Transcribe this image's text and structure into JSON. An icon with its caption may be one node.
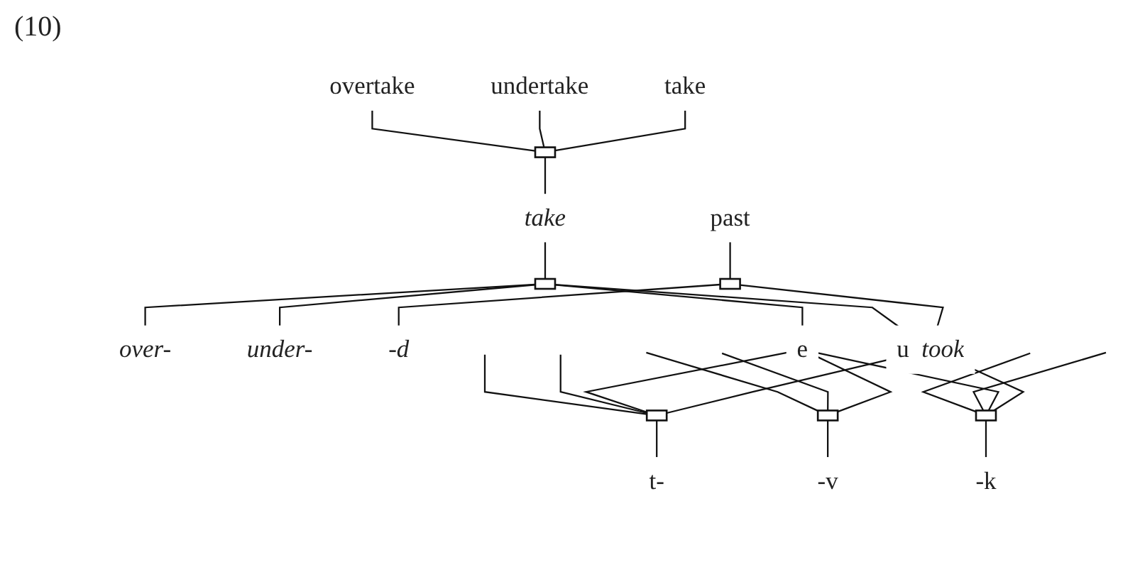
{
  "diagram": {
    "nodes": [
      {
        "text": [
          "overtake"
        ]
      },
      {
        "text": [
          "undertake"
        ]
      },
      {
        "text": [
          "take"
        ]
      },
      {
        "text": [],
        "shape": "bracket"
      },
      {
        "text": [
          "take"
        ]
      },
      {
        "text": [
          "past"
        ]
      },
      {
        "text": [],
        "shape": "bracket"
      },
      {
        "text": [],
        "shape": "bracket"
      },
      {
        "text": [
          "over-"
        ]
      },
      {
        "text": [
          "under-"
        ]
      },
      {
        "text": [
          "-d"
        ]
      },
      {
        "text": [
          "e"
        ]
      },
      {
        "text": [
          "u",
          "took"
        ]
      },
      {
        "text": [],
        "shape": "bracket"
      },
      {
        "text": [],
        "shape": "bracket"
      },
      {
        "text": [],
        "shape": "bracket"
      },
      {
        "text": [
          "t-"
        ]
      },
      {
        "text": [
          "-v"
        ]
      },
      {
        "text": [
          "-k"
        ]
      }
    ],
    "edges": [
      {
        "from": 0,
        "to": 3,
        "arrow": "none"
      },
      {
        "from": 1,
        "to": 3,
        "arrow": "none"
      },
      {
        "from": 2,
        "to": 3,
        "arrow": "none"
      },
      {
        "from": 3,
        "to": 4,
        "arrow": "none"
      },
      {
        "from": 4,
        "to": 6,
        "arrow": "none"
      },
      {
        "from": 5,
        "to": 7,
        "arrow": "none"
      },
      {
        "from": 6,
        "to": 8,
        "arrow": "none"
      },
      {
        "from": 6,
        "to": 9,
        "arrow": "none"
      },
      {
        "from": 6,
        "to": 11,
        "arrow": "none"
      },
      {
        "from": 6,
        "to": 12,
        "arrow": "none"
      },
      {
        "from": 7,
        "to": 12,
        "arrow": "none"
      },
      {
        "from": 7,
        "to": 10,
        "arrow": "none"
      },
      {
        "from": null,
        "to": 13,
        "arrow": "none"
      },
      {
        "from": null,
        "to": 13,
        "arrow": "none"
      },
      {
        "from": null,
        "to": 14,
        "arrow": "none"
      },
      {
        "from": null,
        "to": 14,
        "arrow": "none"
      },
      {
        "from": null,
        "to": 15,
        "arrow": "none"
      },
      {
        "from": null,
        "to": 15,
        "arrow": "none"
      },
      {
        "from": 11,
        "to": 13,
        "arrow": "none"
      },
      {
        "from": 11,
        "to": 14,
        "arrow": "none"
      },
      {
        "from": 11,
        "to": 15,
        "arrow": "none"
      },
      {
        "from": 12,
        "to": 13,
        "arrow": "none"
      },
      {
        "from": 12,
        "to": 15,
        "arrow": "none"
      },
      {
        "from": 13,
        "to": 16,
        "arrow": "none"
      },
      {
        "from": 14,
        "to": 17,
        "arrow": "none"
      },
      {
        "from": 15,
        "to": 18,
        "arrow": "none"
      }
    ],
    "labels": [
      "(10)"
    ]
  }
}
